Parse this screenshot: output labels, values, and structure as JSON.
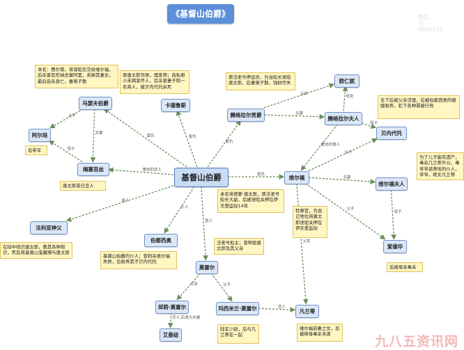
{
  "title": "《基督山伯爵》",
  "nodes": [
    {
      "id": "jidu",
      "label": "基督山伯爵",
      "central": true
    },
    {
      "id": "mase",
      "label": "马瑟夫伯爵"
    },
    {
      "id": "aerjia",
      "label": "阿尔培"
    },
    {
      "id": "meixi",
      "label": "梅塞苔丝"
    },
    {
      "id": "kade",
      "label": "卡德鲁斯"
    },
    {
      "id": "tengge",
      "label": "腾格拉尔男爵"
    },
    {
      "id": "oure",
      "label": "欧仁妮"
    },
    {
      "id": "tenggefu",
      "label": "腾格拉尔夫人"
    },
    {
      "id": "beinei",
      "label": "贝内代托"
    },
    {
      "id": "weier",
      "label": "维尔福"
    },
    {
      "id": "weierfu",
      "label": "维尔福夫人"
    },
    {
      "id": "aide",
      "label": "爱德华"
    },
    {
      "id": "faliya",
      "label": "法利亚神父"
    },
    {
      "id": "boduo",
      "label": "伯都西奥"
    },
    {
      "id": "moleier",
      "label": "莫雷尔"
    },
    {
      "id": "julie",
      "label": "邱莉·莫雷尔"
    },
    {
      "id": "aimanx",
      "label": "艾曼纽"
    },
    {
      "id": "malan",
      "label": "玛西米兰·莫雷尔"
    },
    {
      "id": "fanlan",
      "label": "凡兰蒂"
    }
  ],
  "notes": [
    {
      "id": "mase",
      "text": "本名：费尔南，将谋陷信交给维尔福，后杀害亚尼纳总督阿里，卖掉其妻女，最后自杀身亡，妻离子散"
    },
    {
      "id": "kade",
      "text": "原唐太斯邻居，埋发师；自私胆小未揭发坏人，后杀害妻子和一名商人，被贝内代托杀死"
    },
    {
      "id": "tengge",
      "text": "原法老号押运员，为当船长诬陷唐太斯，后妻离子散，钱财尽失"
    },
    {
      "id": "beinei",
      "text": "生下后被父亲活埋，后被伯都西奥的嫂嫂收养，犯下各种罪被行刑"
    },
    {
      "id": "aerjia",
      "text": "后参军"
    },
    {
      "id": "meixi",
      "text": "唐太斯昔日恋人"
    },
    {
      "id": "weierfu",
      "text": "为了儿子能有遗产，毒杀几兰蒂外公，毒爷爷诺蒂埃的仆人，爷爷，继女凡兰蒂"
    },
    {
      "id": "jidu",
      "text": "本名埃德蒙·唐太斯，原法老号船长大副，后被诬陷关押在伊夫堡监狱14年"
    },
    {
      "id": "weier",
      "text": "检察官，为自己地位将唐太斯诬密关押在伊夫堡监狱"
    },
    {
      "id": "faliya",
      "text": "在狱中结识唐太斯，教其各种知识，死后将基督山宝藏赠与唐太斯"
    },
    {
      "id": "boduo",
      "text": "基督山伯爵的仆人；曾刺杀维尔福失败，后收养其子贝内代托"
    },
    {
      "id": "moleier",
      "text": "法老号船主；曾帮助唐太斯及其父亲"
    },
    {
      "id": "aide",
      "text": "后被母亲毒杀"
    },
    {
      "id": "malan",
      "text": "陆军少尉，后与凡兰蒂在一起"
    },
    {
      "id": "fanlan",
      "text": "维尔福前妻之女，后被继母毒杀未遂"
    }
  ],
  "edges": [
    {
      "from": "jidu",
      "to": "mase",
      "label": "复仇"
    },
    {
      "from": "jidu",
      "to": "kade",
      "label": "复仇"
    },
    {
      "from": "jidu",
      "to": "tengge",
      "label": "复仇"
    },
    {
      "from": "jidu",
      "to": "weier",
      "label": "复仇"
    },
    {
      "from": "jidu",
      "to": "meixi",
      "label": "曾经的恋人"
    },
    {
      "from": "jidu",
      "to": "faliya",
      "label": "恩人"
    },
    {
      "from": "jidu",
      "to": "boduo",
      "label": "仆人"
    },
    {
      "from": "jidu",
      "to": "moleier",
      "label": "恩人"
    },
    {
      "from": "mase",
      "to": "aerjia",
      "label": "父子"
    },
    {
      "from": "mase",
      "to": "meixi",
      "label": "夫妻"
    },
    {
      "from": "meixi",
      "to": "aerjia",
      "label": "母子"
    },
    {
      "from": "tengge",
      "to": "oure",
      "label": "父女"
    },
    {
      "from": "tengge",
      "to": "tenggefu",
      "label": "夫妻"
    },
    {
      "from": "tenggefu",
      "to": "oure",
      "label": "母女"
    },
    {
      "from": "tenggefu",
      "to": "beinei",
      "label": "母子"
    },
    {
      "from": "tenggefu",
      "to": "weier",
      "label": "曾经的情人"
    },
    {
      "from": "weier",
      "to": "beinei",
      "label": "父子"
    },
    {
      "from": "weier",
      "to": "weierfu",
      "label": "夫妻"
    },
    {
      "from": "weier",
      "to": "aide",
      "label": "父子"
    },
    {
      "from": "weierfu",
      "to": "aide",
      "label": "母子"
    },
    {
      "from": "weier",
      "to": "fanlan",
      "label": "父女"
    },
    {
      "from": "moleier",
      "to": "julie",
      "label": "父女"
    },
    {
      "from": "moleier",
      "to": "malan",
      "label": "父子"
    },
    {
      "from": "julie",
      "to": "aimanx",
      "label": "恋人,后成为夫妻"
    },
    {
      "from": "malan",
      "to": "fanlan",
      "label": "恋人"
    }
  ],
  "watermark": {
    "side": "微信号: 9666333",
    "bottom": "九八五资讯网"
  }
}
